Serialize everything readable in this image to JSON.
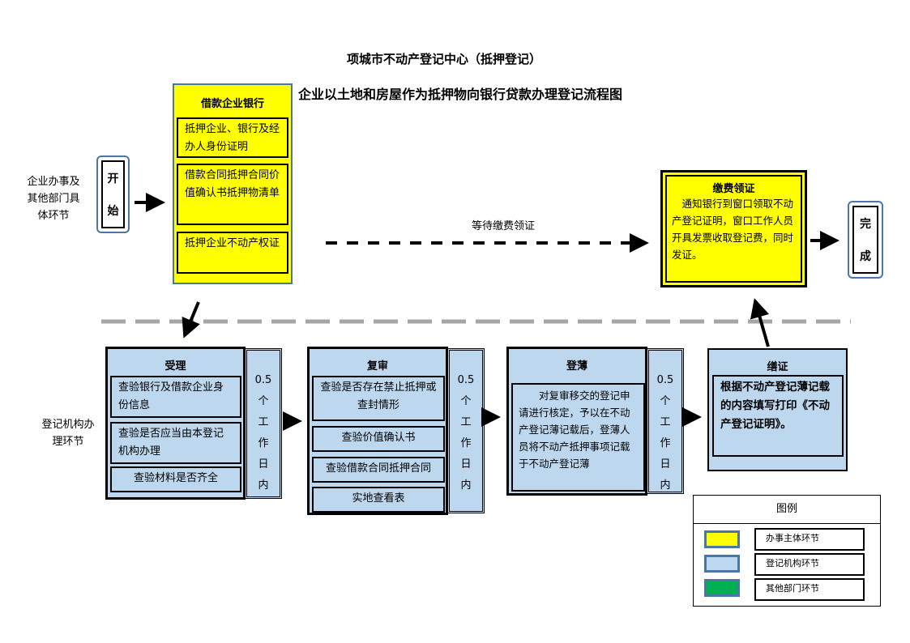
{
  "header": {
    "title": "项城市不动产登记中心（抵押登记）",
    "subtitle": "企业以土地和房屋作为抵押物向银行贷款办理登记流程图"
  },
  "lanes": {
    "top": "企业办事及其他部门具体环节",
    "bottom": "登记机构办理环节"
  },
  "start": {
    "chars": [
      "开",
      "始"
    ]
  },
  "finish": {
    "chars": [
      "完",
      "成"
    ]
  },
  "applicant_box": {
    "heading": "借款企业银行",
    "items": [
      "抵押企业、银行及经办人身份证明",
      "借款合同抵押合同价值确认书抵押物清单",
      "抵押企业不动产权证"
    ]
  },
  "wait_label": "等待缴费领证",
  "payment_box": {
    "heading": "缴费领证",
    "text": "　通知银行到窗口领取不动产登记证明，窗口工作人员开具发票收取登记费，同时发证。"
  },
  "steps": [
    {
      "heading": "受理",
      "items": [
        "查验银行及借款企业身份信息",
        "查验是否应当由本登记机构办理",
        "查验材料是否齐全"
      ],
      "time": [
        "0.5",
        "个",
        "工",
        "作",
        "日",
        "内"
      ]
    },
    {
      "heading": "复审",
      "items": [
        "查验是否存在禁止抵押或查封情形",
        "查验价值确认书",
        "查验借款合同抵押合同",
        "实地查看表"
      ],
      "time": [
        "0.5",
        "个",
        "工",
        "作",
        "日",
        "内"
      ]
    },
    {
      "heading": "登薄",
      "text": "　　对复审移交的登记申请进行核定，予以在不动产登记薄记载后，登薄人员将不动产抵押事项记载于不动产登记薄",
      "time": [
        "0.5",
        "个",
        "工",
        "作",
        "日",
        "内"
      ]
    },
    {
      "heading": "缮证",
      "text": "根据不动产登记薄记载的内容填写打印《不动产登记证明》。"
    }
  ],
  "legend": {
    "title": "图例",
    "items": [
      {
        "label": "办事主体环节",
        "color": "#ffff00"
      },
      {
        "label": "登记机构环节",
        "color": "#bdd7ee"
      },
      {
        "label": "其他部门环节",
        "color": "#00b050"
      }
    ]
  }
}
